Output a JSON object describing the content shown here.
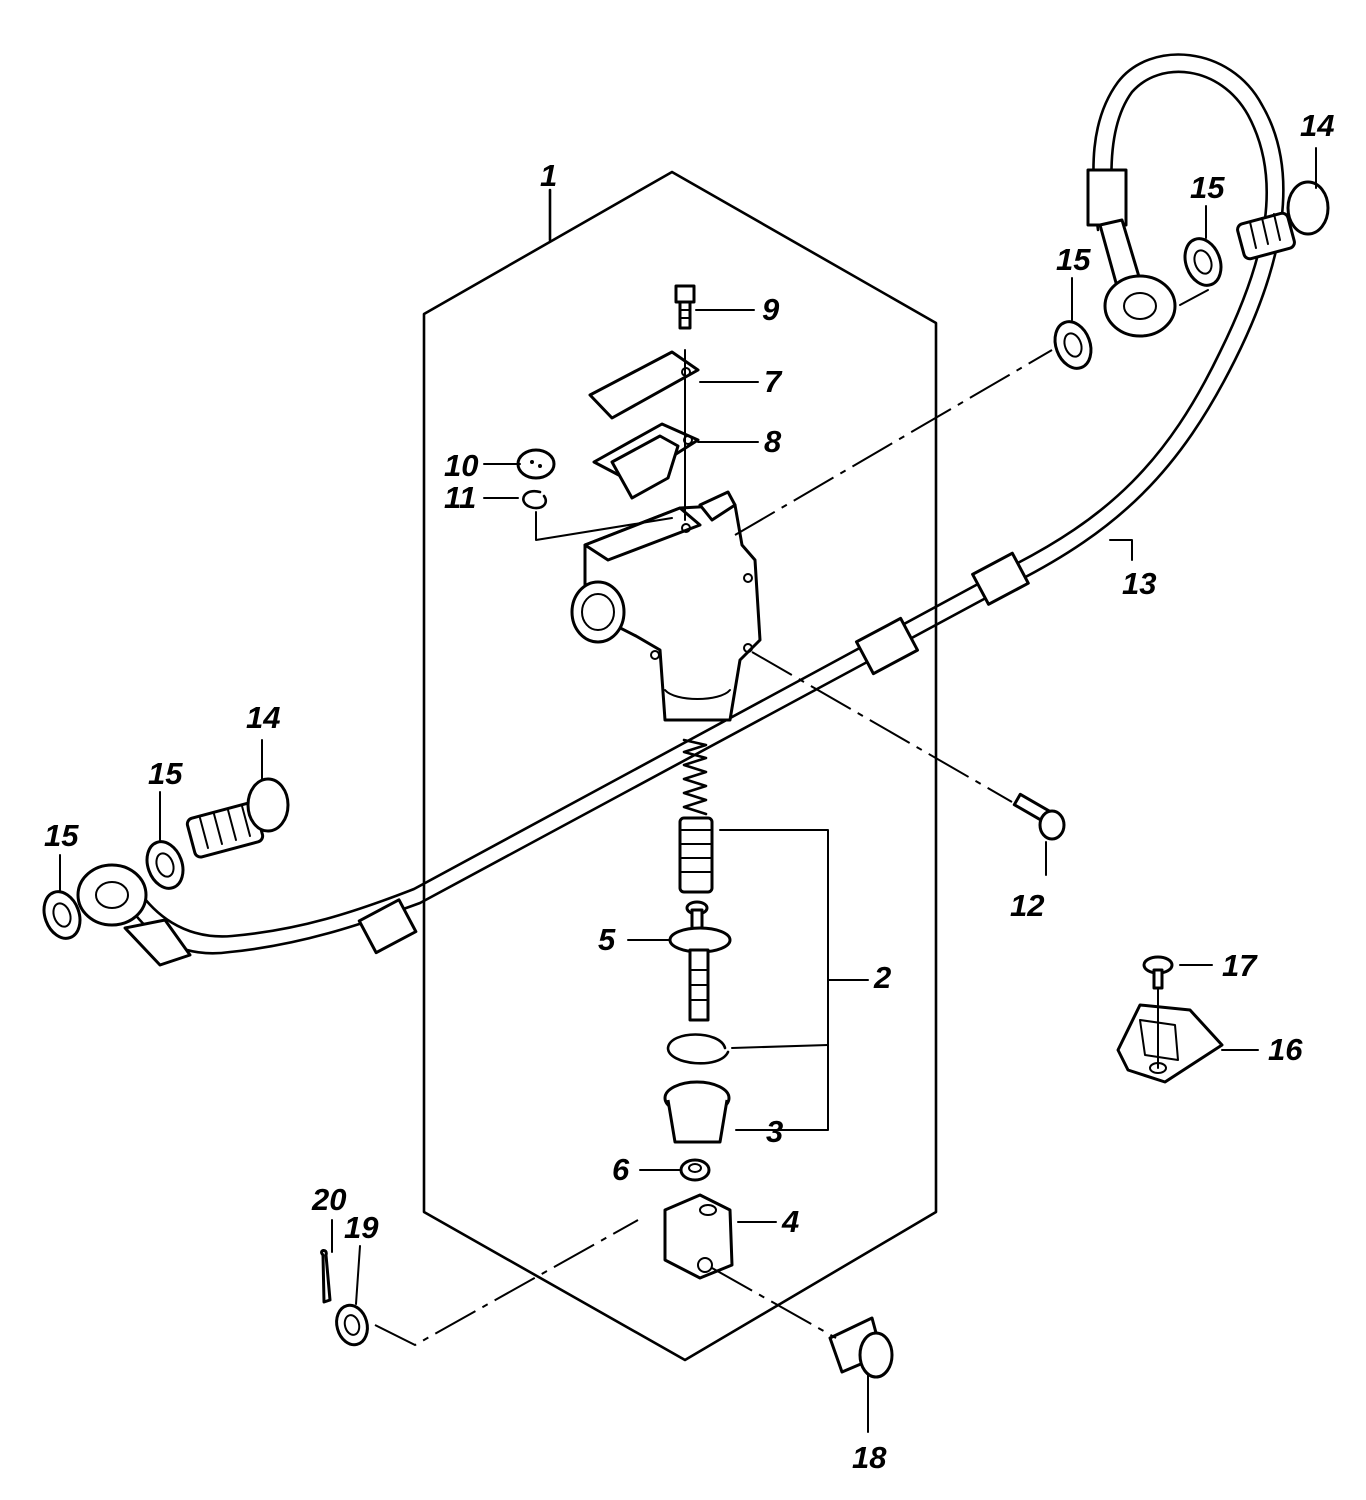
{
  "callouts": [
    {
      "id": "1",
      "text": "1"
    },
    {
      "id": "2",
      "text": "2"
    },
    {
      "id": "3",
      "text": "3"
    },
    {
      "id": "4",
      "text": "4"
    },
    {
      "id": "5",
      "text": "5"
    },
    {
      "id": "6",
      "text": "6"
    },
    {
      "id": "7",
      "text": "7"
    },
    {
      "id": "8",
      "text": "8"
    },
    {
      "id": "9",
      "text": "9"
    },
    {
      "id": "10",
      "text": "10"
    },
    {
      "id": "11",
      "text": "11"
    },
    {
      "id": "12",
      "text": "12"
    },
    {
      "id": "13",
      "text": "13"
    },
    {
      "id": "14a",
      "text": "14"
    },
    {
      "id": "14b",
      "text": "14"
    },
    {
      "id": "15a",
      "text": "15"
    },
    {
      "id": "15b",
      "text": "15"
    },
    {
      "id": "15c",
      "text": "15"
    },
    {
      "id": "15d",
      "text": "15"
    },
    {
      "id": "16",
      "text": "16"
    },
    {
      "id": "17",
      "text": "17"
    },
    {
      "id": "18",
      "text": "18"
    },
    {
      "id": "19",
      "text": "19"
    },
    {
      "id": "20",
      "text": "20"
    }
  ]
}
